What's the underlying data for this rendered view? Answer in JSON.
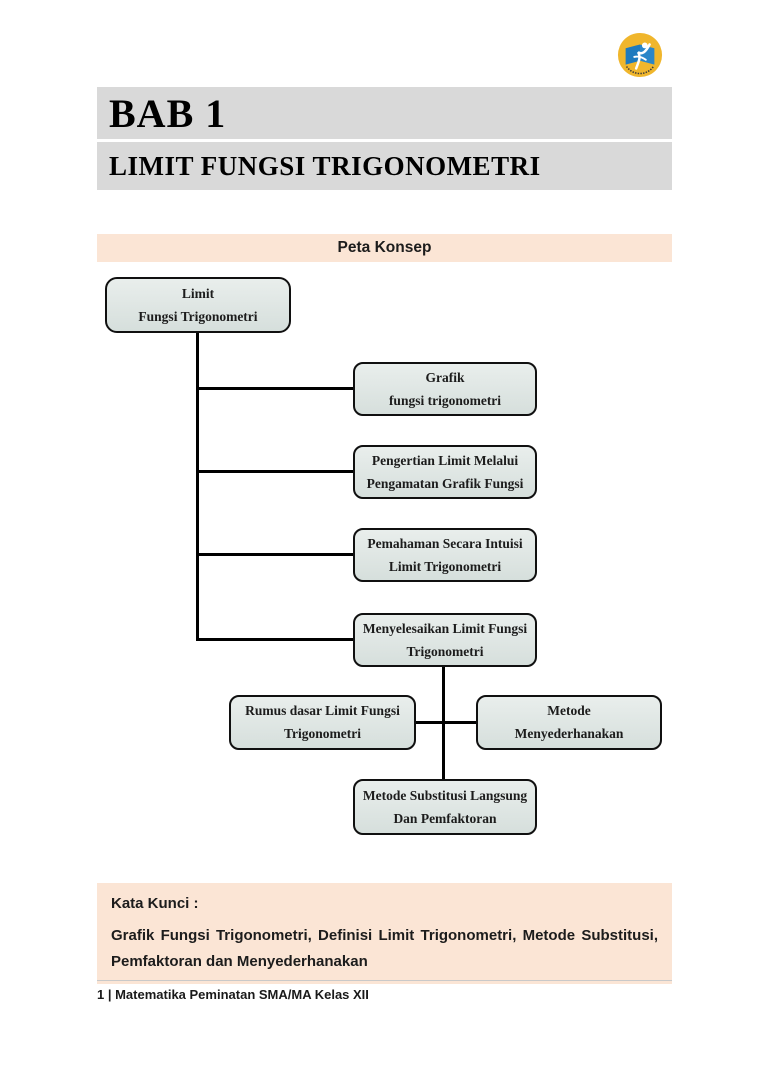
{
  "header": {
    "chapter": "BAB 1",
    "title": "LIMIT FUNGSI TRIGONOMETRI"
  },
  "peta_konsep": {
    "title": "Peta Konsep"
  },
  "diagram": {
    "root": {
      "line1": "Limit",
      "line2": "Fungsi Trigonometri"
    },
    "branches": [
      {
        "line1": "Grafik",
        "line2": "fungsi trigonometri"
      },
      {
        "line1": "Pengertian Limit Melalui",
        "line2": "Pengamatan Grafik Fungsi"
      },
      {
        "line1": "Pemahaman Secara Intuisi",
        "line2": "Limit Trigonometri"
      },
      {
        "line1": "Menyelesaikan Limit Fungsi",
        "line2": "Trigonometri"
      }
    ],
    "rumus": {
      "line1": "Rumus dasar Limit Fungsi",
      "line2": "Trigonometri"
    },
    "metode": {
      "line1": "Metode",
      "line2": "Menyederhanakan"
    },
    "substitusi": {
      "line1": "Metode Substitusi Langsung",
      "line2": "Dan Pemfaktoran"
    }
  },
  "kata_kunci": {
    "label": "Kata Kunci :",
    "keywords": "Grafik Fungsi Trigonometri, Definisi Limit Trigonometri, Metode Substitusi, Pemfaktoran dan Menyederhanakan"
  },
  "footer": {
    "page_info": "1 | Matematika Peminatan SMA/MA Kelas XII"
  },
  "logo": {
    "name": "publisher-logo"
  },
  "colors": {
    "header-bg": "#d9d9d9",
    "accent-bar-bg": "#fbe5d5",
    "box-border": "#101010",
    "logo-yellow": "#f0b62c",
    "logo-blue": "#1e7abe"
  }
}
